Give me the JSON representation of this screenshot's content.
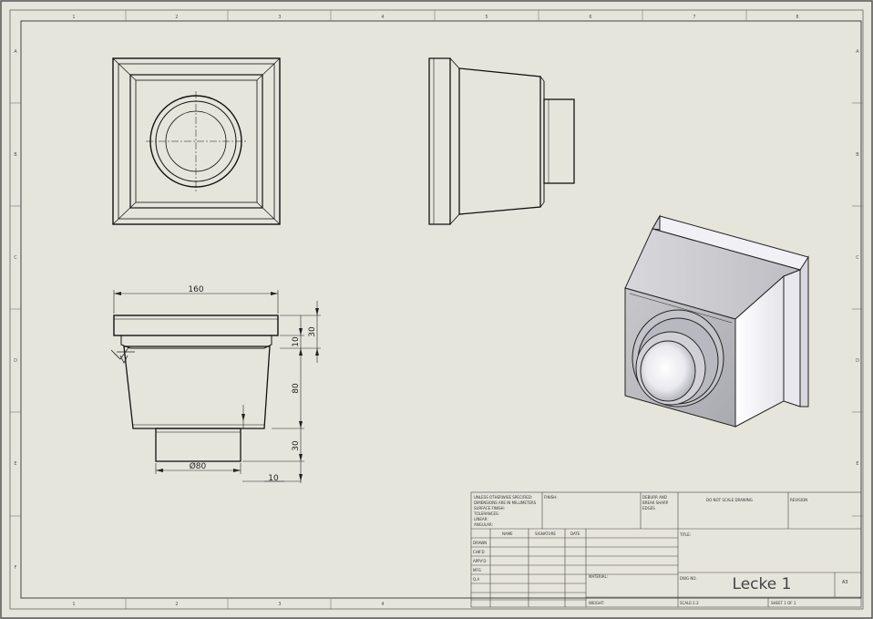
{
  "border": {
    "columns": [
      "1",
      "2",
      "3",
      "4",
      "5",
      "6",
      "7",
      "8"
    ],
    "rows": [
      "A",
      "B",
      "C",
      "D",
      "E",
      "F"
    ]
  },
  "dimensions": {
    "top_width": "160",
    "cap_height": "30",
    "step": "10",
    "body_height": "80",
    "boss_height": "30",
    "boss_diameter": "Ø80",
    "boss_step": "10"
  },
  "title_block": {
    "notes_lines": [
      "UNLESS OTHERWISE SPECIFIED:",
      "DIMENSIONS ARE IN MILLIMETERS",
      "SURFACE FINISH:",
      "TOLERANCES:",
      "  LINEAR:",
      "  ANGULAR:"
    ],
    "finish_label": "FINISH:",
    "deburr_lines": [
      "DEBURR AND",
      "BREAK SHARP",
      "EDGES"
    ],
    "do_not_scale": "DO NOT SCALE DRAWING",
    "revision_label": "REVISION",
    "col_name": "NAME",
    "col_signature": "SIGNATURE",
    "col_date": "DATE",
    "rows": [
      "DRAWN",
      "CHK'D",
      "APPV'D",
      "MFG",
      "Q.A"
    ],
    "title_label": "TITLE:",
    "material_label": "MATERIAL:",
    "weight_label": "WEIGHT:",
    "dwg_no_label": "DWG NO.",
    "drawing_title": "Lecke 1",
    "size": "A3",
    "scale_label": "SCALE:1:2",
    "sheet_label": "SHEET 1 OF 1"
  }
}
